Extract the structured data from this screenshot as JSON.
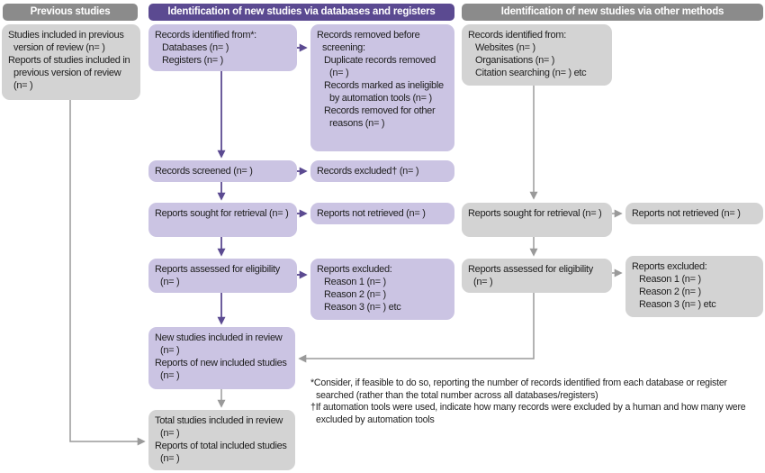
{
  "headers": {
    "left": "Previous studies",
    "middle": "Identification of new studies via databases and registers",
    "right": "Identification of new studies via other methods"
  },
  "boxes": {
    "prev_studies": {
      "lines": [
        "Studies included in previous version of review (n= )",
        "Reports of studies included in previous version of review (n= )"
      ]
    },
    "records_identified_db": {
      "lines": [
        "Records identified from*:",
        "Databases (n= )",
        "Registers (n= )"
      ]
    },
    "records_removed": {
      "lines": [
        "Records removed before screening:",
        "Duplicate records removed (n= )",
        "Records marked as ineligible by automation tools (n= )",
        "Records removed for other reasons (n= )"
      ]
    },
    "records_screened": {
      "lines": [
        "Records screened (n= )"
      ]
    },
    "records_excluded": {
      "lines": [
        "Records excluded† (n= )"
      ]
    },
    "reports_sought_db": {
      "lines": [
        "Reports sought for retrieval (n= )"
      ]
    },
    "reports_not_retrieved_db": {
      "lines": [
        "Reports not retrieved (n= )"
      ]
    },
    "reports_assessed_db": {
      "lines": [
        "Reports assessed for eligibility (n= )"
      ]
    },
    "reports_excluded_db": {
      "lines": [
        "Reports excluded:",
        "Reason 1 (n= )",
        "Reason 2 (n= )",
        "Reason 3 (n= ) etc"
      ]
    },
    "new_studies": {
      "lines": [
        "New studies included in review (n= )",
        "Reports of new included studies (n= )"
      ]
    },
    "total_studies": {
      "lines": [
        "Total studies included in review (n= )",
        "Reports of total included studies (n= )"
      ]
    },
    "records_identified_other": {
      "lines": [
        "Records identified from:",
        "Websites (n= )",
        "Organisations (n= )",
        "Citation searching (n= ) etc"
      ]
    },
    "reports_sought_other": {
      "lines": [
        "Reports sought for retrieval (n= )"
      ]
    },
    "reports_not_retrieved_other": {
      "lines": [
        "Reports not retrieved (n= )"
      ]
    },
    "reports_assessed_other": {
      "lines": [
        "Reports assessed for eligibility (n= )"
      ]
    },
    "reports_excluded_other": {
      "lines": [
        "Reports excluded:",
        "Reason 1 (n= )",
        "Reason 2 (n= )",
        "Reason 3 (n= ) etc"
      ]
    }
  },
  "footnotes": {
    "asterisk": "*Consider, if feasible to do so, reporting the number of records identified from each database or register searched (rather than the total number across all databases/registers)",
    "dagger": "†If automation tools were used, indicate how many records were excluded by a human and how many were excluded by automation tools"
  },
  "colors": {
    "purple_header": "#5b4a91",
    "purple_box": "#cbc4e3",
    "purple_arrow": "#5b4a91",
    "gray_header": "#8b8b8b",
    "gray_box": "#d3d3d3",
    "gray_arrow": "#9a9a9a",
    "text": "#1e1e1e"
  }
}
